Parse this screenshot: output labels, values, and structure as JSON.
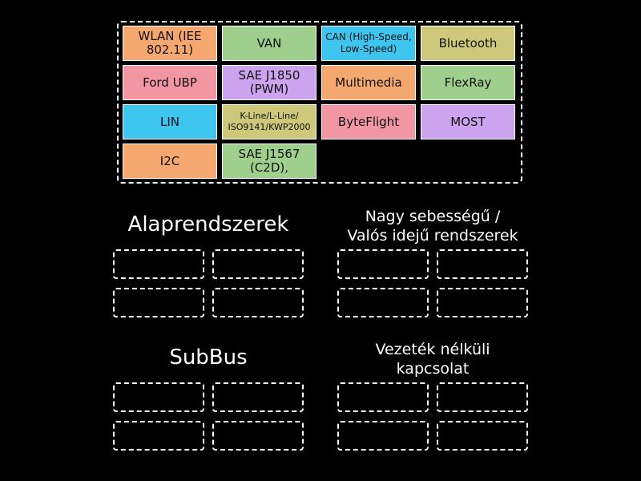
{
  "colors": {
    "orange": "#f4a76f",
    "green": "#9fcf8d",
    "blue": "#3ec5ef",
    "olive": "#cdc87a",
    "pink": "#f296a4",
    "purple": "#cca3ef"
  },
  "tiles": [
    {
      "label": "WLAN (IEE\n802.11)",
      "color": "orange"
    },
    {
      "label": "VAN",
      "color": "green"
    },
    {
      "label": "CAN (High-Speed,\nLow-Speed)",
      "color": "blue"
    },
    {
      "label": "Bluetooth",
      "color": "olive"
    },
    {
      "label": "Ford UBP",
      "color": "pink"
    },
    {
      "label": "SAE J1850\n(PWM)",
      "color": "purple"
    },
    {
      "label": "Multimedia",
      "color": "orange"
    },
    {
      "label": "FlexRay",
      "color": "green"
    },
    {
      "label": "LIN",
      "color": "blue"
    },
    {
      "label": "K-Line/L-Line/\nISO9141/KWP2000",
      "color": "olive"
    },
    {
      "label": "ByteFlight",
      "color": "pink"
    },
    {
      "label": "MOST",
      "color": "purple"
    },
    {
      "label": "I2C",
      "color": "orange"
    },
    {
      "label": "SAE J1567\n(C2D),",
      "color": "green"
    }
  ],
  "groups": [
    {
      "title": "Alaprendszerek"
    },
    {
      "title": "Nagy sebességű /\nValós idejű rendszerek"
    },
    {
      "title": "SubBus"
    },
    {
      "title": "Vezeték nélküli\nkapcsolat"
    }
  ]
}
